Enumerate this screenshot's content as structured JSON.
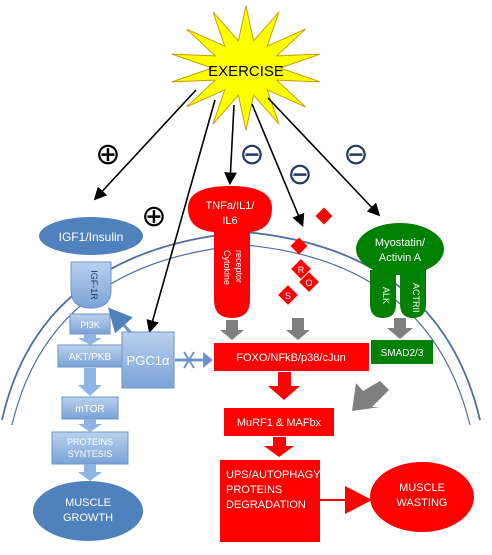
{
  "exercise": {
    "label": "EXERCISE"
  },
  "signs": {
    "plus": "⊕",
    "minus": "⊖"
  },
  "blue_path": {
    "igf1_insulin": "IGF1/Insulin",
    "receptor": "IGF-1R",
    "pi3k": "PI3K",
    "akt_pkb": "AKT/PKB",
    "mtor": "mTOR",
    "proteins_synthesis_line1": "PROTEINS",
    "proteins_synthesis_line2": "SYNTESIS",
    "muscle_growth_line1": "MUSCLE",
    "muscle_growth_line2": "GROWTH",
    "pgc1a": "PGC1α"
  },
  "red_path": {
    "tnfa_line1": "TNFa/IL1/",
    "tnfa_line2": "IL6",
    "cytokine_receptor_line1": "Cytokine",
    "cytokine_receptor_line2": "receptor",
    "ros_r": "R",
    "ros_o": "O",
    "ros_s": "S",
    "foxo": "FOXO/NFkB/p38/cJun",
    "murf1": "MuRF1 & MAFbx",
    "ups_line1": "UPS/AUTOPHAGY/",
    "ups_line2": "PROTEINS",
    "ups_line3": "DEGRADATION",
    "wasting_line1": "MUSCLE",
    "wasting_line2": "WASTING"
  },
  "green_path": {
    "myostatin_line1": "Myostatin/",
    "myostatin_line2": "Activin A",
    "alk": "ALK",
    "actrii": "ACTRII",
    "smad": "SMAD2/3"
  },
  "colors": {
    "blue_light": "#8db4e2",
    "blue_dark": "#4f81bd",
    "red": "#ff0000",
    "green": "#008000",
    "gray_arrow": "#7f7f7f",
    "star": "#ffff00",
    "membrane": "#4f6fa0"
  }
}
